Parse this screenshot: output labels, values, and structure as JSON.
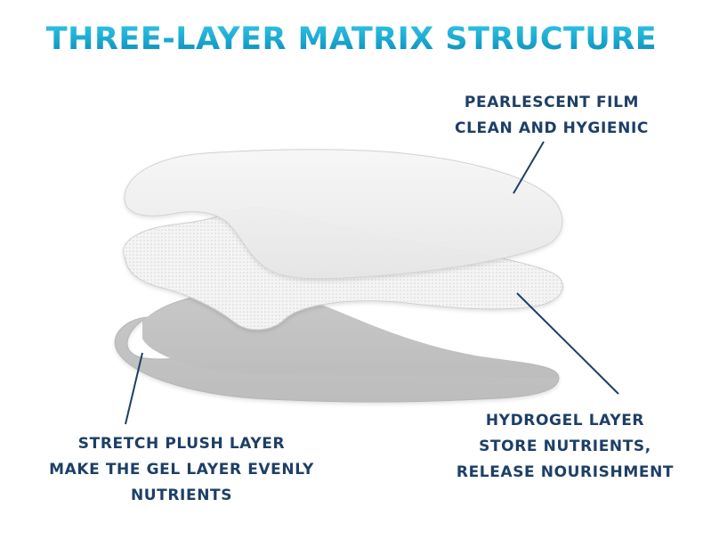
{
  "title": "THREE-LAYER MATRIX STRUCTURE",
  "labels": {
    "top": [
      "PEARLESCENT FILM",
      "CLEAN AND HYGIENIC"
    ],
    "left": [
      "STRETCH PLUSH LAYER",
      "MAKE THE GEL LAYER EVENLY",
      "NUTRIENTS"
    ],
    "right": [
      "HYDROGEL LAYER",
      "STORE NUTRIENTS,",
      "RELEASE NOURISHMENT"
    ]
  },
  "colors": {
    "title": "#1aa7cf",
    "label": "#1d3f66",
    "leader_line": "#1d3f66",
    "film_layer": "#eeeeee",
    "hydrogel_layer": "#f6f6f6",
    "plush_layer": "#c2c2c2"
  }
}
